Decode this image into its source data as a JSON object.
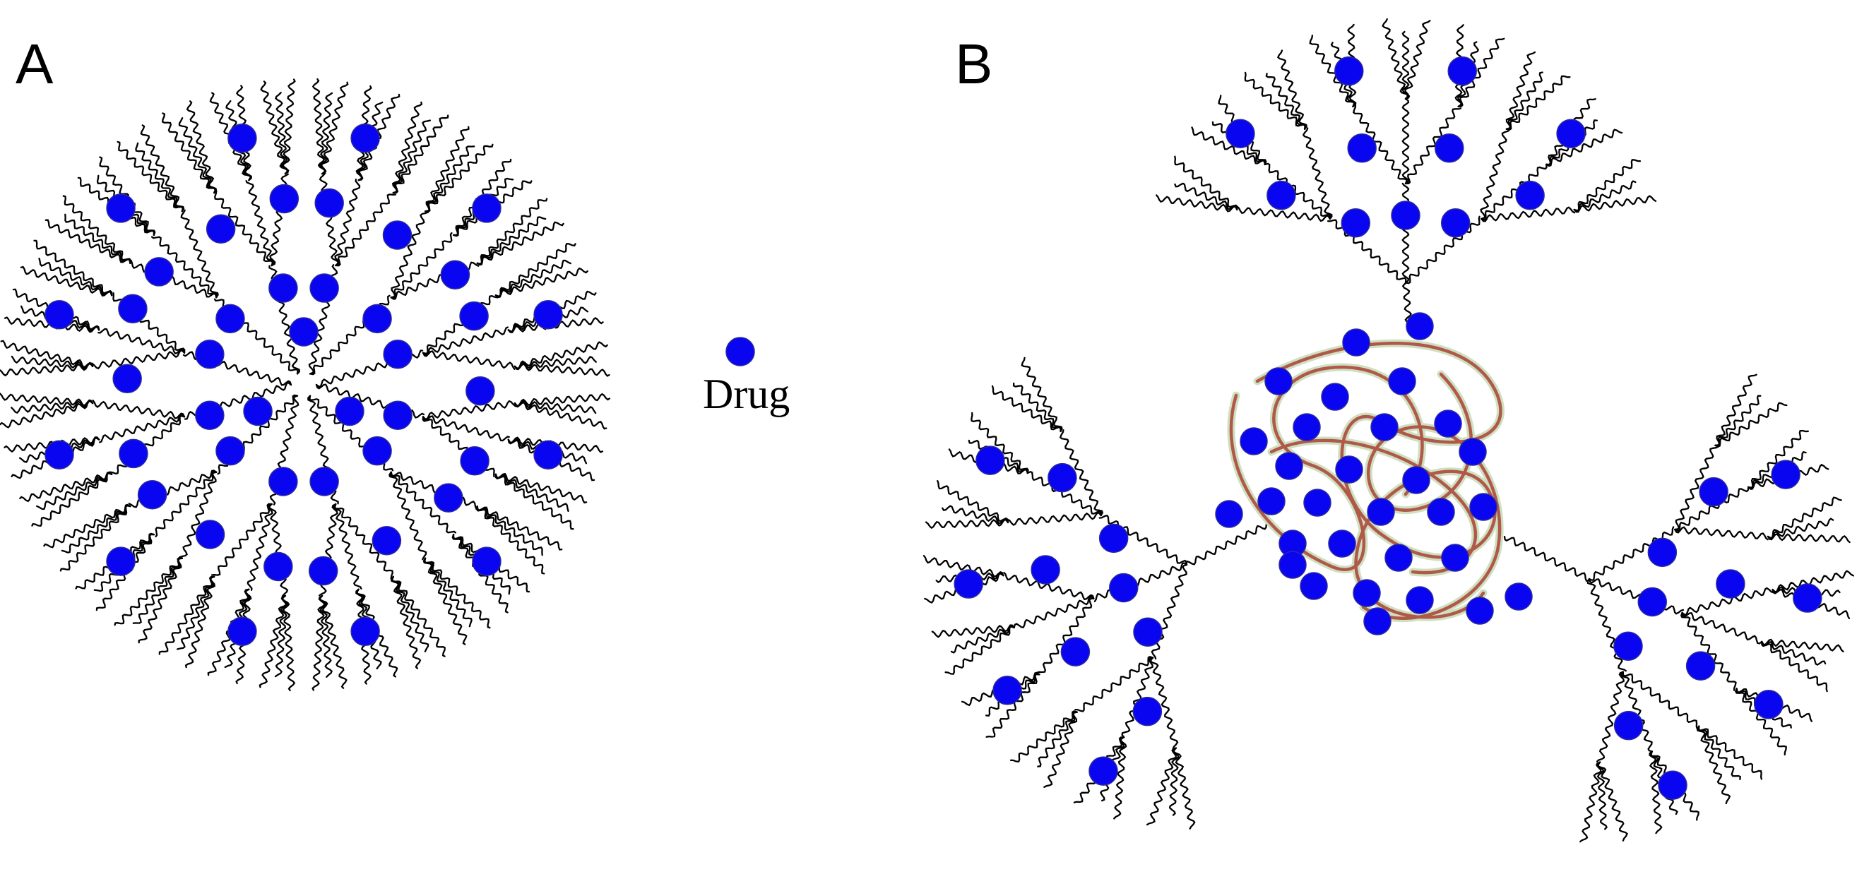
{
  "figure": {
    "panel_a_label": "A",
    "panel_b_label": "B",
    "legend_label": "Drug"
  },
  "colors": {
    "drug": "#0a05f0",
    "drug_stroke": "#2a2aa0",
    "chain": "#000000",
    "polymer_coil": "#b0584a",
    "polymer_halo": "#cfe0c0"
  },
  "icons": {
    "drug": "filled-circle",
    "chain": "wavy-line",
    "polymer": "tangled-coil"
  }
}
